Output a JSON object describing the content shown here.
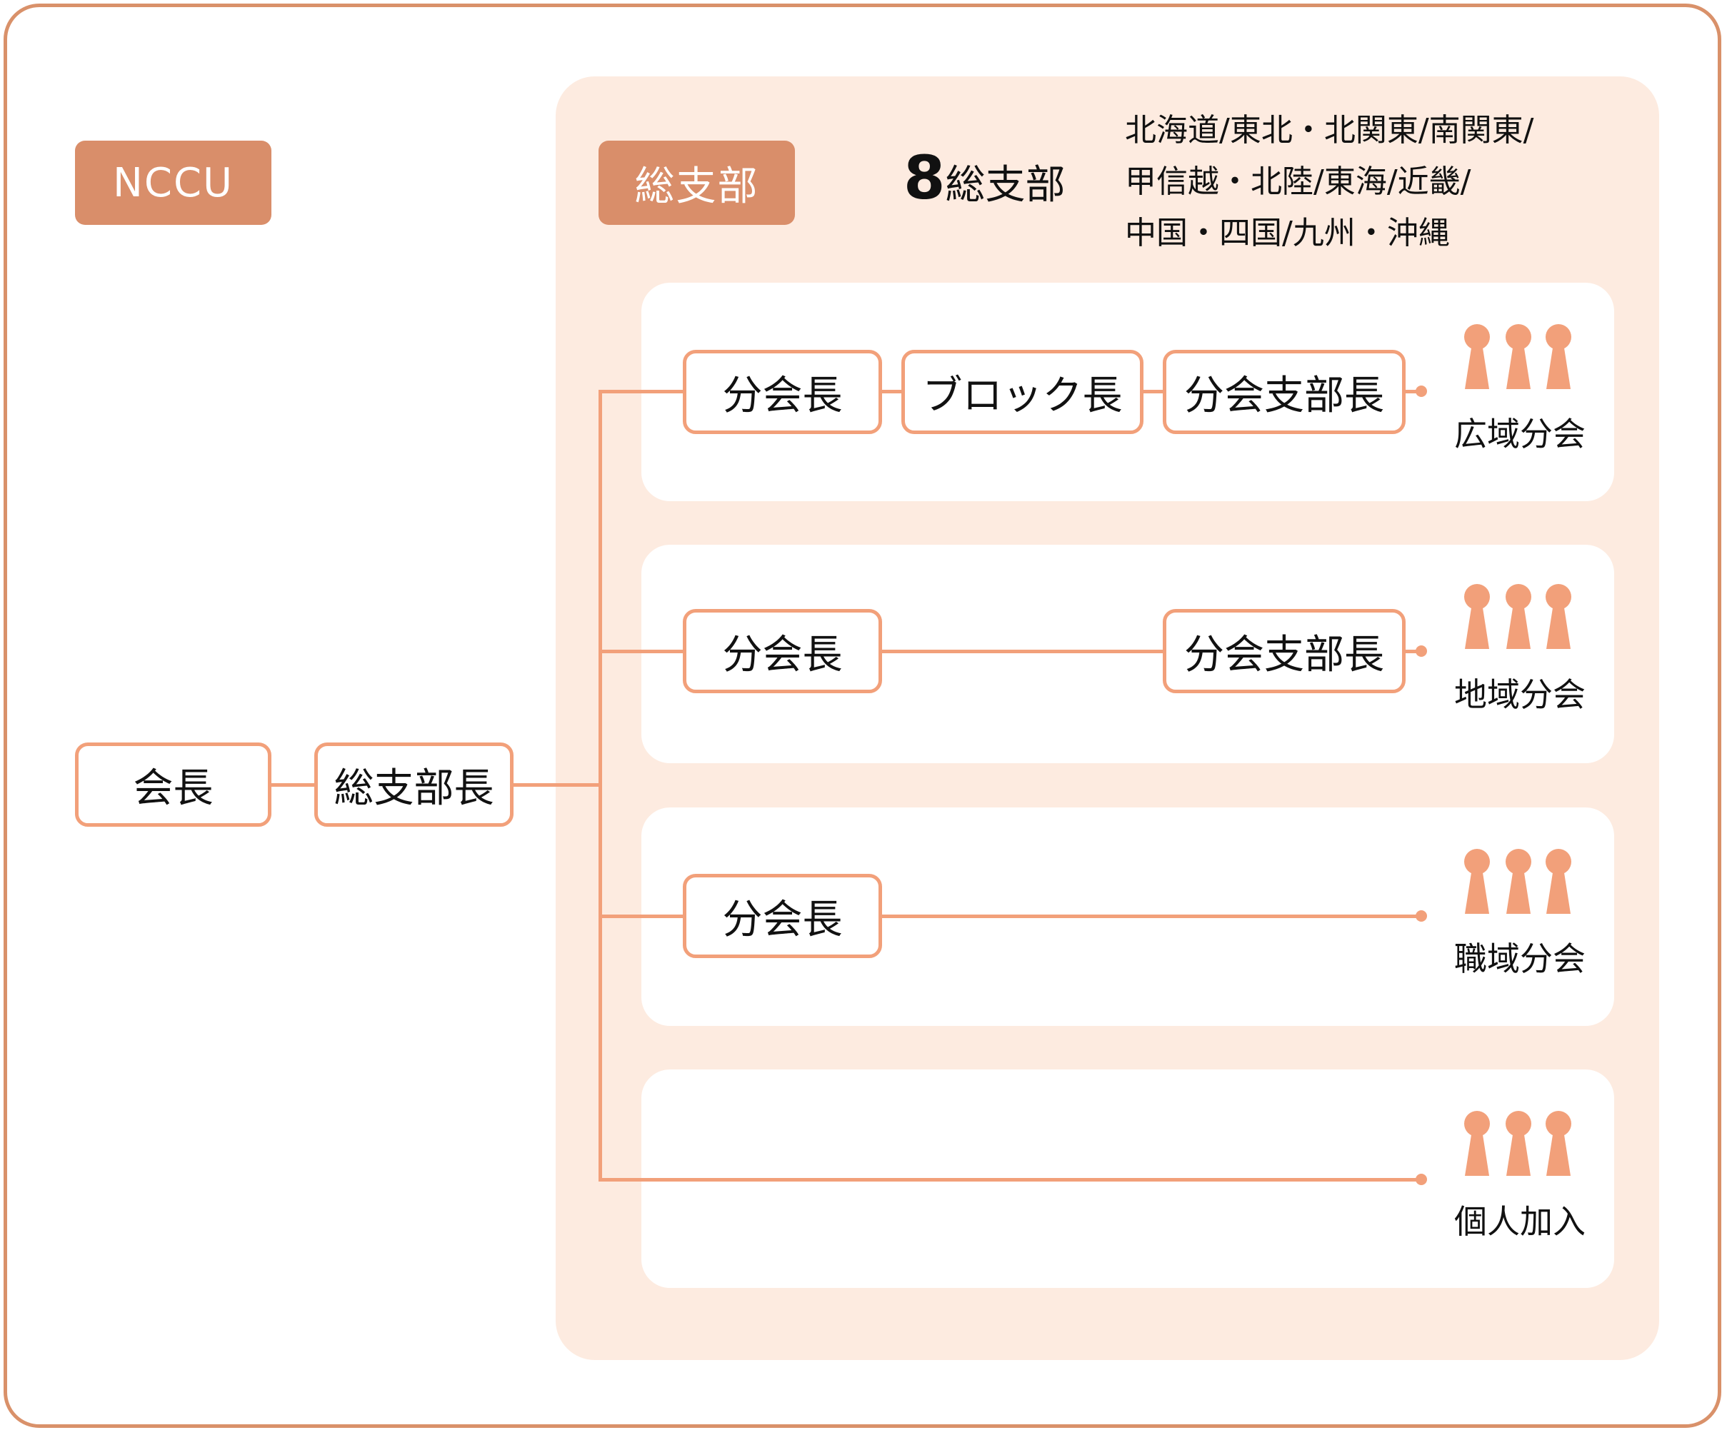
{
  "nccu_tag": "NCCU",
  "sousibu_tag": "総支部",
  "count": {
    "number": "8",
    "label": "総支部"
  },
  "regions": [
    "北海道/東北・北関東/南関東/",
    "甲信越・北陸/東海/近畿/",
    "中国・四国/九州・沖縄"
  ],
  "president": "会長",
  "general_branch_head": "総支部長",
  "rows": [
    {
      "boxes": [
        "分会長",
        "ブロック長",
        "分会支部長"
      ],
      "group": "広域分会"
    },
    {
      "boxes": [
        "分会長",
        "分会支部長"
      ],
      "group": "地域分会"
    },
    {
      "boxes": [
        "分会長"
      ],
      "group": "職域分会"
    },
    {
      "boxes": [],
      "group": "個人加入"
    }
  ],
  "colors": {
    "frame": "#d9916a",
    "tag": "#d98e6a",
    "line": "#f2a07a",
    "region_bg": "#fdebe0",
    "people": "#f2a07a"
  }
}
